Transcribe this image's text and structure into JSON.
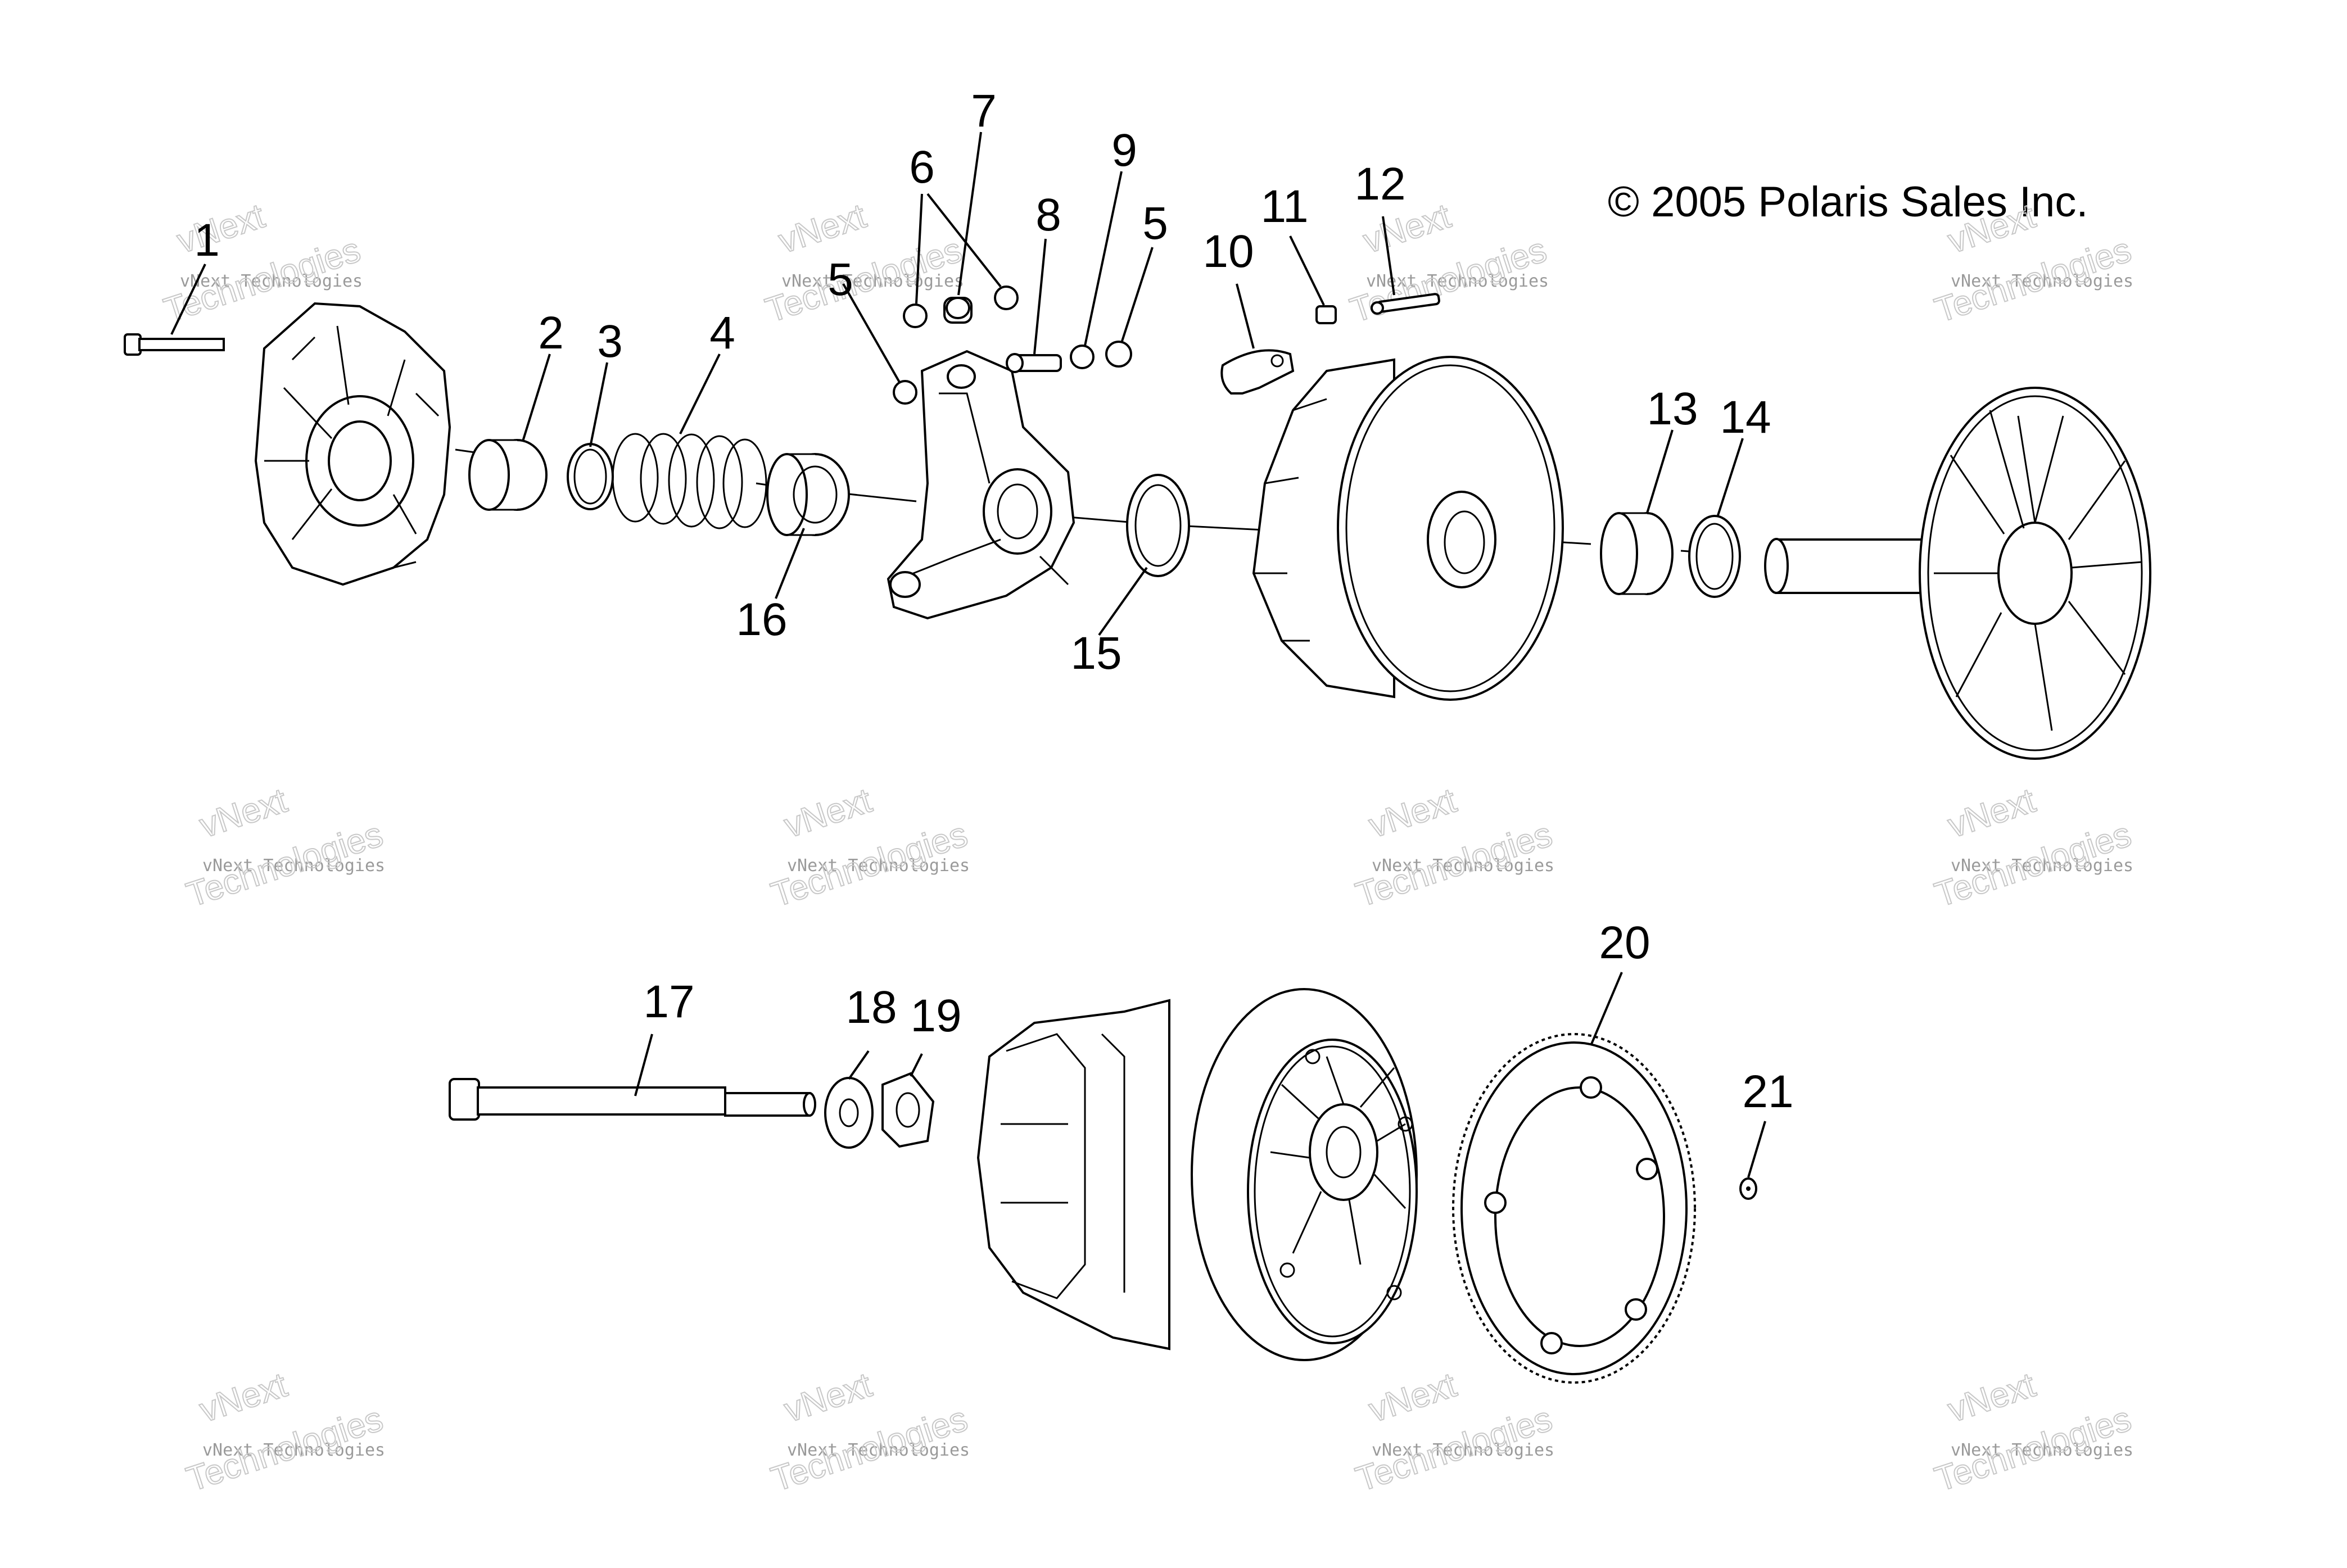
{
  "copyright": "© 2005 Polaris Sales Inc.",
  "watermark": {
    "line1": "vNext",
    "line2": "vNext Technologies",
    "line3": "Technologies"
  },
  "callouts": [
    "1",
    "2",
    "3",
    "4",
    "5",
    "5",
    "6",
    "7",
    "8",
    "9",
    "10",
    "11",
    "12",
    "13",
    "14",
    "15",
    "16",
    "17",
    "18",
    "19",
    "20",
    "21"
  ]
}
